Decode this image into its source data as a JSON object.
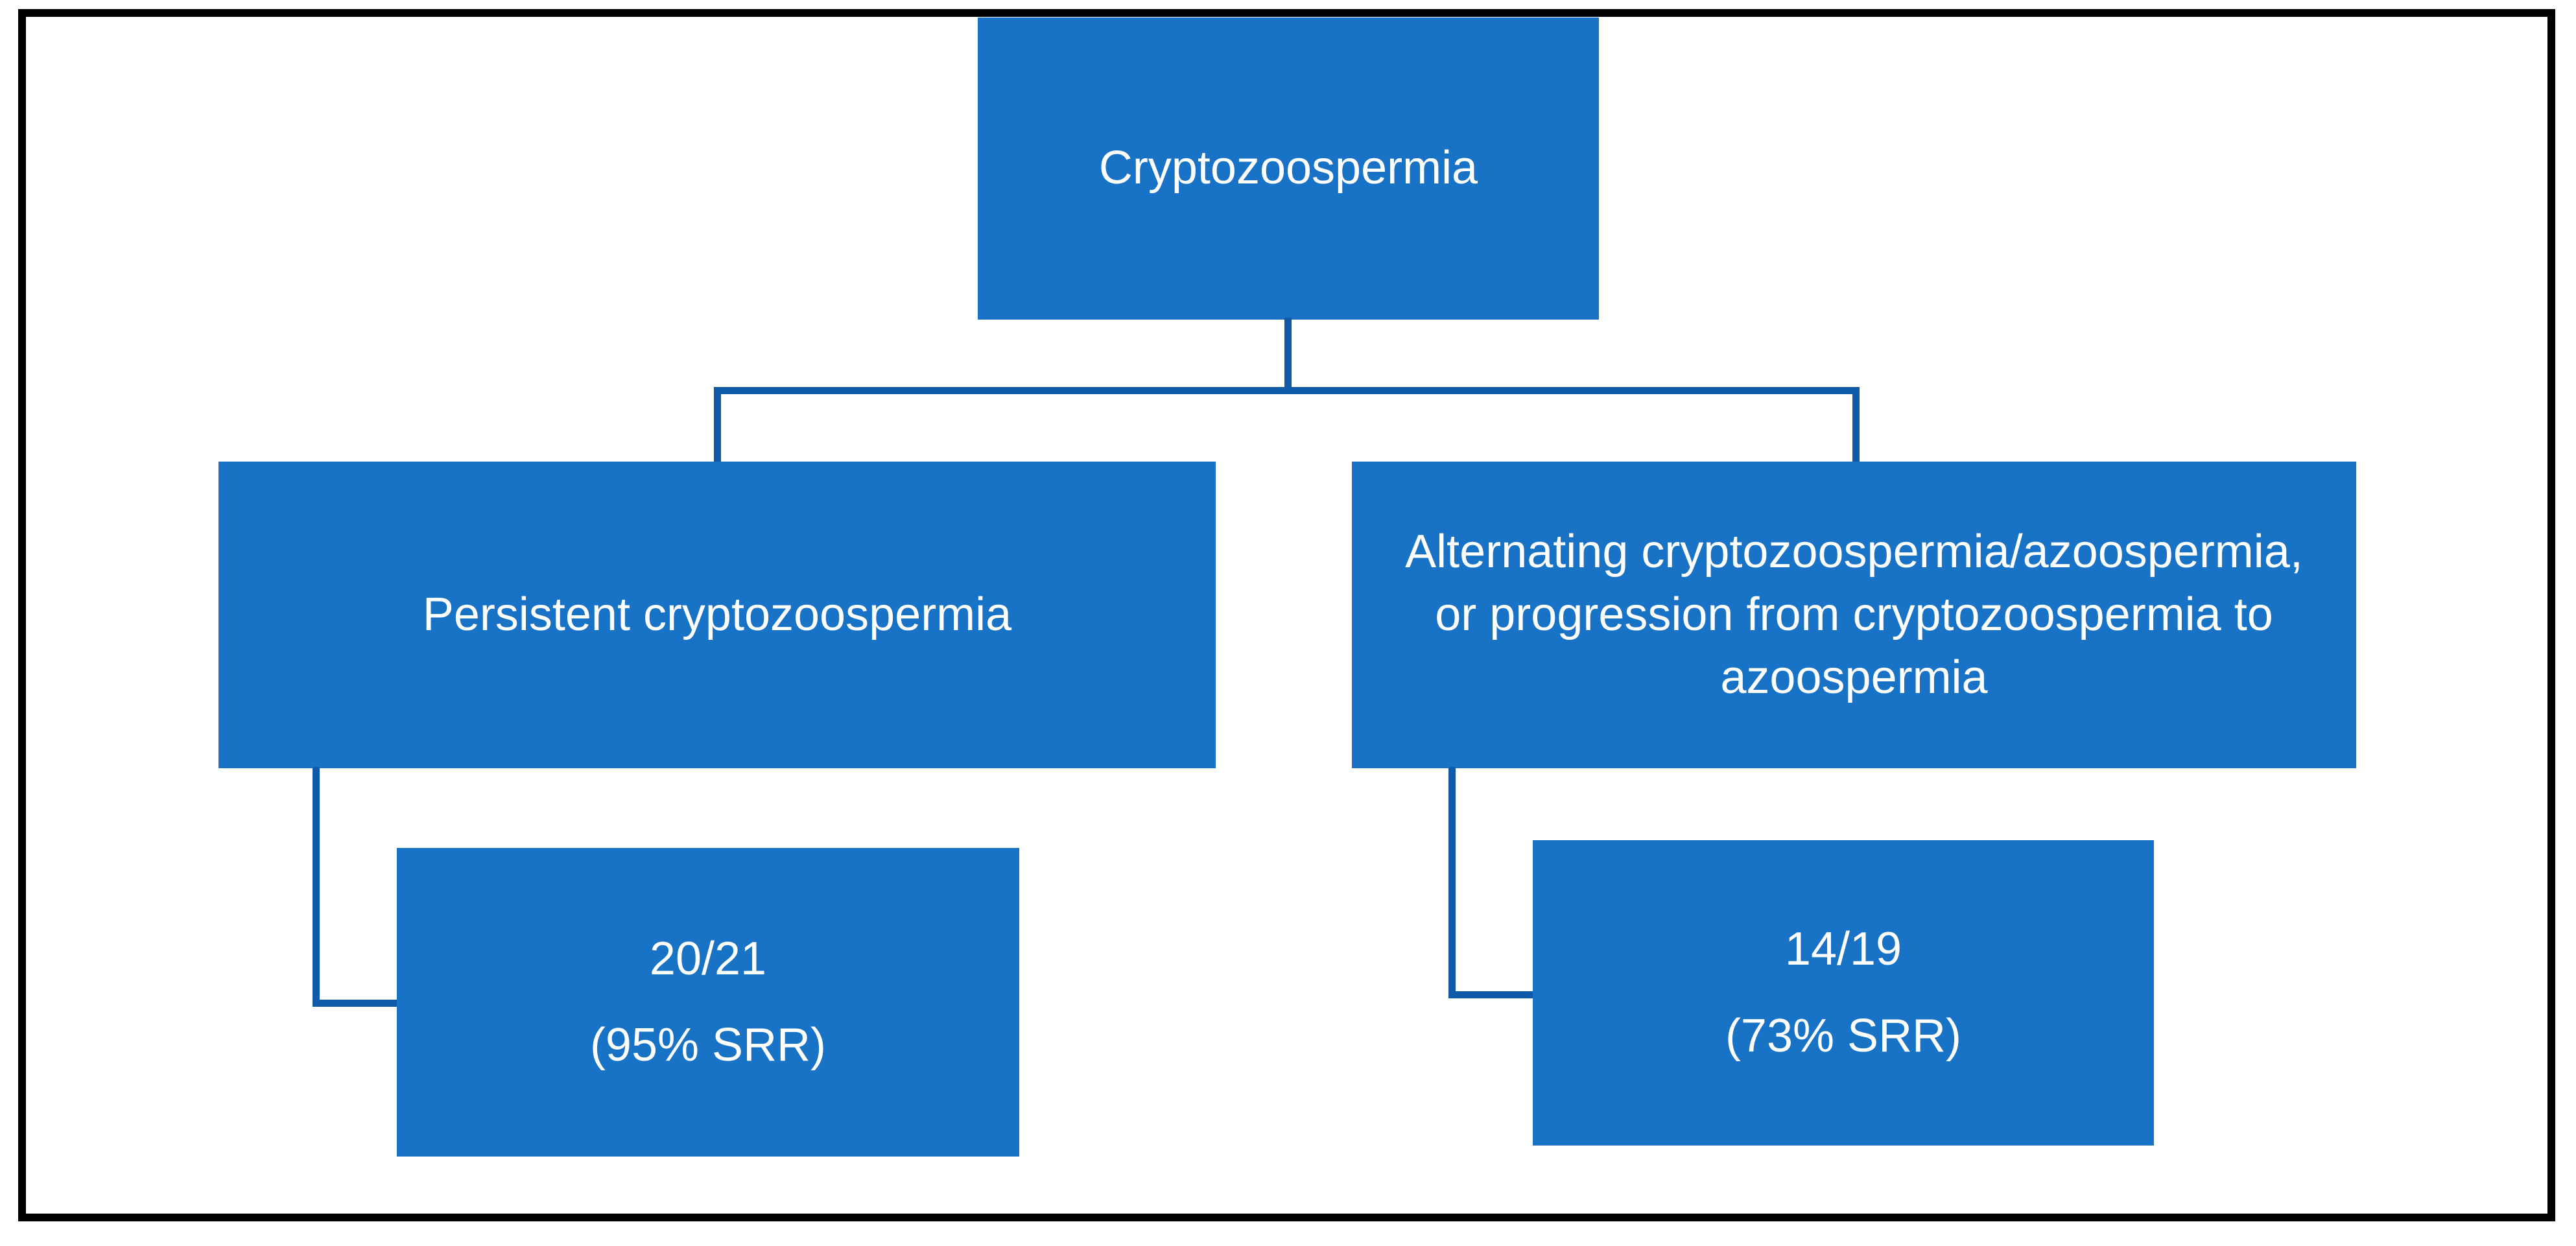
{
  "figure": {
    "colors": {
      "node_fill": "#1873C7",
      "node_text": "#FFFFFF",
      "connector": "#0F5AA9",
      "frame_border": "#000000",
      "background": "#FFFFFF"
    },
    "root": {
      "label": "Cryptozoospermia"
    },
    "branches": {
      "persistent": {
        "label": "Persistent cryptozoospermia"
      },
      "alternating": {
        "line1": "Alternating cryptozoospermia/azoospermia,",
        "line2": "or progression from cryptozoospermia to",
        "line3": "azoospermia"
      }
    },
    "results": {
      "persistent": {
        "ratio": "20/21",
        "srr": "(95% SRR)"
      },
      "alternating": {
        "ratio": "14/19",
        "srr": "(73% SRR)"
      }
    }
  }
}
